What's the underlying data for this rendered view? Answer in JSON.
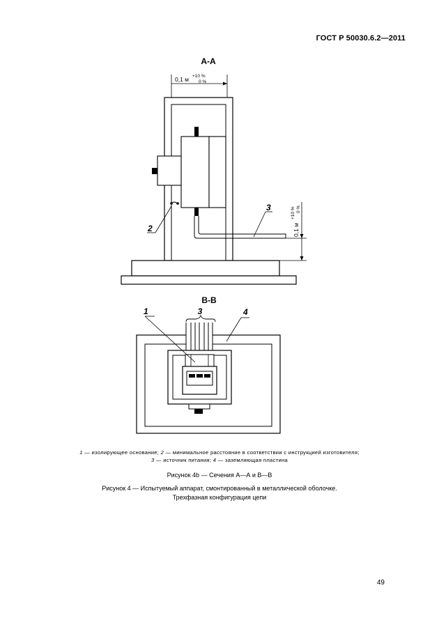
{
  "header": {
    "standard": "ГОСТ Р 50030.6.2—2011"
  },
  "section_aa": {
    "title": "А-А",
    "dim_main": "0,1 м",
    "dim_tol_upper": "+10 %",
    "dim_tol_lower": "0 %",
    "label_2": "2",
    "label_3": "3"
  },
  "section_bb": {
    "title": "В-В",
    "label_1": "1",
    "label_3": "3",
    "label_4": "4"
  },
  "legend": {
    "n1": "1",
    "t1": " — изолирующее основание; ",
    "n2": "2",
    "t2": " — минимальное расстояние в соответствии с инструкцией изготовителя;",
    "n3": "3",
    "t3": " — источник питания; ",
    "n4": "4",
    "t4": " — заземляющая пластина"
  },
  "captions": {
    "figure_4b": "Рисунок 4b — Сечения А—А и В—В",
    "figure_4_line1": "Рисунок 4 — Испытуемый аппарат, смонтированный в металлической оболочке.",
    "figure_4_line2": "Трехфазная конфигурация цепи"
  },
  "page_number": "49"
}
